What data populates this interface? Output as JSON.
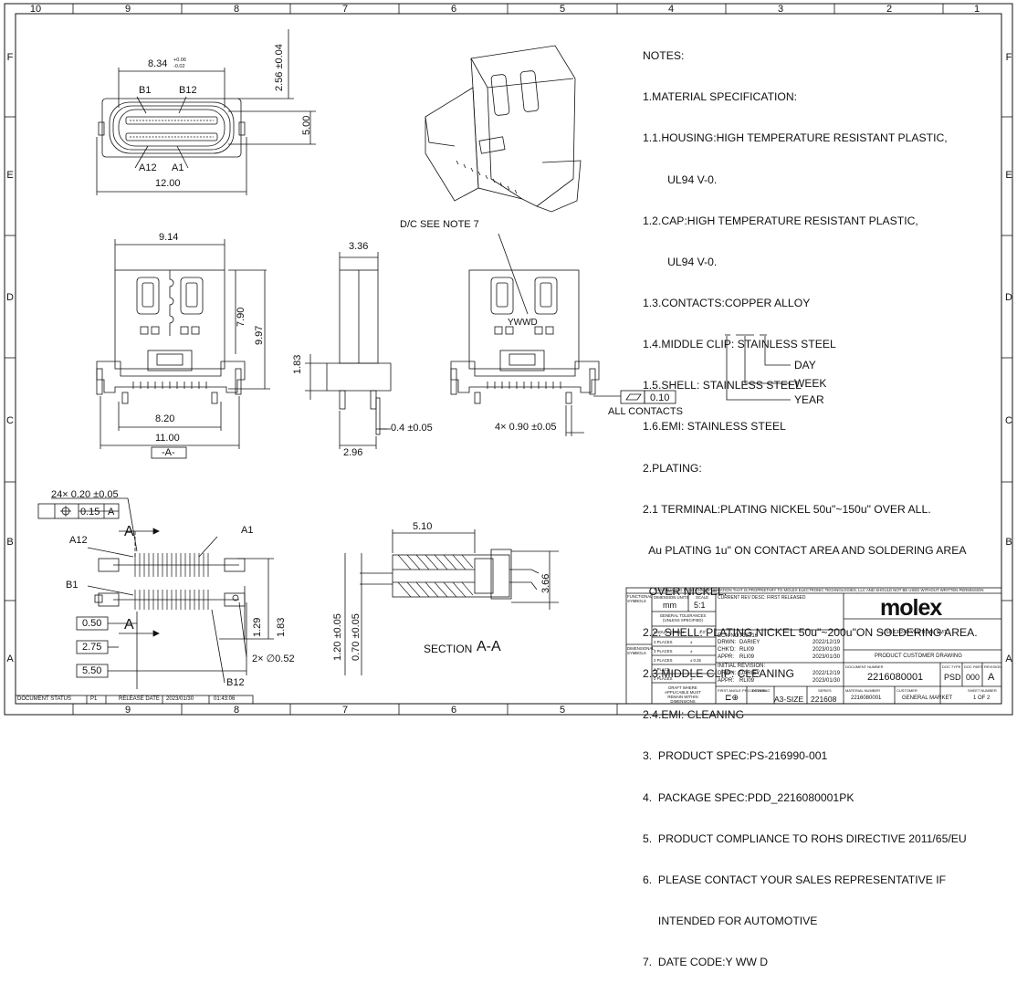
{
  "zones_top": [
    "10",
    "9",
    "8",
    "7",
    "6",
    "5",
    "4",
    "3",
    "2",
    "1"
  ],
  "zones_side": [
    "F",
    "E",
    "D",
    "C",
    "B",
    "A"
  ],
  "notes": [
    "NOTES:",
    "1.MATERIAL SPECIFICATION:",
    "1.1.HOUSING:HIGH TEMPERATURE RESISTANT PLASTIC,",
    "        UL94 V-0.",
    "1.2.CAP:HIGH TEMPERATURE RESISTANT PLASTIC,",
    "        UL94 V-0.",
    "1.3.CONTACTS:COPPER ALLOY",
    "1.4.MIDDLE CLIP: STAINLESS STEEL",
    "1.5.SHELL: STAINLESS STEEL",
    "1.6.EMI: STAINLESS STEEL",
    "2.PLATING:",
    "2.1 TERMINAL:PLATING NICKEL 50u\"~150u\" OVER ALL.",
    "  Au PLATING 1u\" ON CONTACT AREA AND SOLDERING AREA",
    "  OVER NICKEL.",
    "2.2. SHELL: PLATING NICKEL 50u\"~200u\"ON SOLDERING AREA.",
    "2.3.MIDDLE CLIP: CLEANING",
    "2.4.EMI: CLEANING",
    "3.  PRODUCT SPEC:PS-216990-001",
    "4.  PACKAGE SPEC:PDD_2216080001PK",
    "5.  PRODUCT COMPLIANCE TO ROHS DIRECTIVE 2011/65/EU",
    "6.  PLEASE CONTACT YOUR SALES REPRESENTATIVE IF",
    "     INTENDED FOR AUTOMOTIVE",
    "7.  DATE CODE:Y WW D"
  ],
  "date_code": {
    "day": "DAY",
    "week": "WEEK",
    "year": "YEAR"
  },
  "labels": {
    "dc_note": "D/C SEE NOTE 7",
    "ywwd": "YWWD",
    "all_contacts": "ALL CONTACTS",
    "section": "SECTION",
    "section_id": "A-A",
    "datum_a": "-A-",
    "b1": "B1",
    "b12": "B12",
    "a12": "A12",
    "a1": "A1",
    "a": "A"
  },
  "dims": {
    "w834": "8.34",
    "tol834_up": "+0.06",
    "tol834_dn": "-0.02",
    "d256": "2.56 ±0.04",
    "d500": "5.00",
    "d1200": "12.00",
    "d914": "9.14",
    "d790": "7.90",
    "d997": "9.97",
    "d820": "8.20",
    "d1100": "11.00",
    "d336": "3.36",
    "d183": "1.83",
    "d04": "0.4 ±0.05",
    "d296": "2.96",
    "d490": "4× 0.90 ±0.05",
    "flat": "0.10",
    "d24x": "24× 0.20 ±0.05",
    "pos015": "0.15",
    "pos_ref": "A",
    "d050": "0.50",
    "d275": "2.75",
    "d550": "5.50",
    "d129": "1.29",
    "d183b": "1.83",
    "d2x052": "2× ∅0.52",
    "d510": "5.10",
    "d366": "3.66",
    "d120": "1.20 ±0.05",
    "d070": "0.70 ±0.05"
  },
  "status_bar": {
    "doc_status_label": "DOCUMENT STATUS",
    "doc_status": "P1",
    "release_label": "RELEASE DATE",
    "release_date": "2023/01/30",
    "release_time": "01:43:06"
  },
  "title_block": {
    "proprietary": "THIS DRAWING CONTAINS INFORMATION THAT IS PROPRIETARY TO MOLEX ELECTRONIC TECHNOLOGIES, LLC AND SHOULD NOT BE USED WITHOUT WRITTEN PERMISSION",
    "functional_symbols": "FUNCTIONAL SYMBOLS",
    "dimensional_symbols": "DIMENSIONAL SYMBOLS",
    "dim_units_label": "DIMENSION UNITS",
    "dim_units": "mm",
    "scale_label": "SCALE",
    "scale": "5:1",
    "gen_tol": "GENERAL TOLERANCES (UNLESS SPECIFIED)",
    "angular_tol": "ANGULAR TOL ±",
    "angular_val": "3.0°",
    "places": [
      "4 PLACES",
      "3 PLACES",
      "2 PLACES",
      "1 PLACE",
      "0 PLACES"
    ],
    "places_vals": [
      "±",
      "±",
      "±  0.25",
      "±",
      "±"
    ],
    "draft_note": "DRAFT WHERE APPLICABLE MUST REMAIN WITHIN DIMENSIONS",
    "current_rev": "CURRENT REV DESC: FIRST RELEASED",
    "ecn_label": "ECN NO:",
    "ecn": "733316",
    "drwn_label": "DRWN:",
    "drwn": "DARIEY",
    "drwn_date": "2022/12/19",
    "chkd_label": "CHK'D:",
    "chkd": "RLI09",
    "chkd_date": "2023/01/30",
    "appr_label": "APPR:",
    "appr": "RLI09",
    "appr_date": "2023/01/30",
    "initial_rev": "INITIAL REVISION:",
    "i_drwn": "DARIEY",
    "i_drwn_date": "2022/12/19",
    "i_appr": "RLI09",
    "i_appr_date": "2023/01/30",
    "projection_label": "FIRST ANGLE PROJECTION",
    "drawing_label": "DRAWING",
    "drawing": "A3-SIZE",
    "series_label": "SERIES",
    "series": "221608",
    "brand": "molex",
    "product": "USB CF24P VERTICAL SMT",
    "doc_type_title": "PRODUCT CUSTOMER DRAWING",
    "doc_number_label": "DOCUMENT NUMBER",
    "doc_number": "2216080001",
    "doc_type_label": "DOC TYPE",
    "doc_type": "PSD",
    "doc_part_label": "DOC PART",
    "doc_part": "000",
    "revision_label": "REVISION",
    "revision": "A",
    "material_label": "MATERIAL NUMBER",
    "material": "2216080001",
    "customer_label": "CUSTOMER",
    "customer": "GENERAL MARKET",
    "sheet_label": "SHEET NUMBER",
    "sheet": "1 OF 2"
  }
}
